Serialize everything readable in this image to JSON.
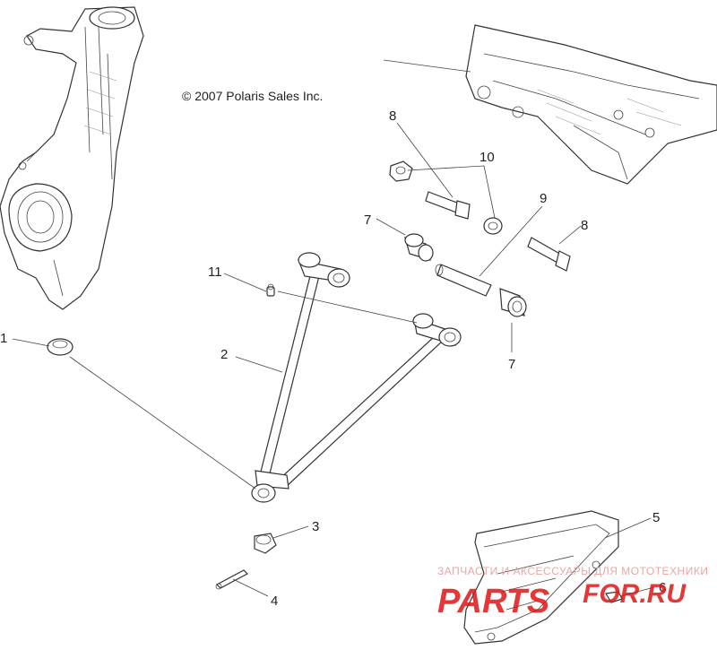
{
  "copyright": "© 2007 Polaris Sales Inc.",
  "callouts": {
    "c1": "1",
    "c2": "2",
    "c3": "3",
    "c4": "4",
    "c5": "5",
    "c6": "6",
    "c7a": "7",
    "c7b": "7",
    "c8a": "8",
    "c8b": "8",
    "c9": "9",
    "c10": "10",
    "c11": "11"
  },
  "watermark": {
    "line1": "ЗАПЧАСТИ И АКСЕССУАРЫ ДЛЯ МОТОТЕХНИКИ",
    "line2": "PARTS",
    "line3": "FOR.RU"
  }
}
